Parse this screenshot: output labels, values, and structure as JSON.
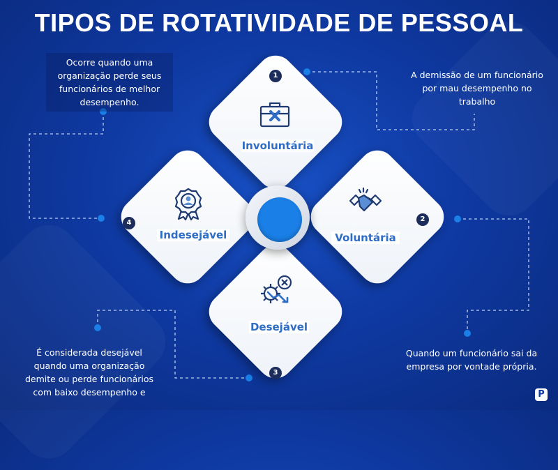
{
  "title": "TIPOS DE ROTATIVIDADE DE PESSOAL",
  "items": [
    {
      "number": "1",
      "label": "Involuntária",
      "description": "A demissão de um funcionário por mau desempenho no trabalho",
      "icon": "briefcase-x-icon"
    },
    {
      "number": "2",
      "label": "Voluntária",
      "description": "Quando um funcionário sai da empresa por vontade própria.",
      "icon": "handshake-icon"
    },
    {
      "number": "3",
      "label": "Desejável",
      "description": "É  considerada desejável quando uma organização demite ou perde funcionários com baixo desempenho e",
      "icon": "gear-x-icon"
    },
    {
      "number": "4",
      "label": "Indesejável",
      "description": "Ocorre quando uma organização perde seus funcionários de melhor desempenho.",
      "icon": "award-badge-icon"
    }
  ],
  "colors": {
    "accent": "#2f6cc4",
    "dot": "#1a7fe6",
    "background": "#0f3aa3",
    "badge": "#1c2d5c"
  },
  "logo": "P"
}
